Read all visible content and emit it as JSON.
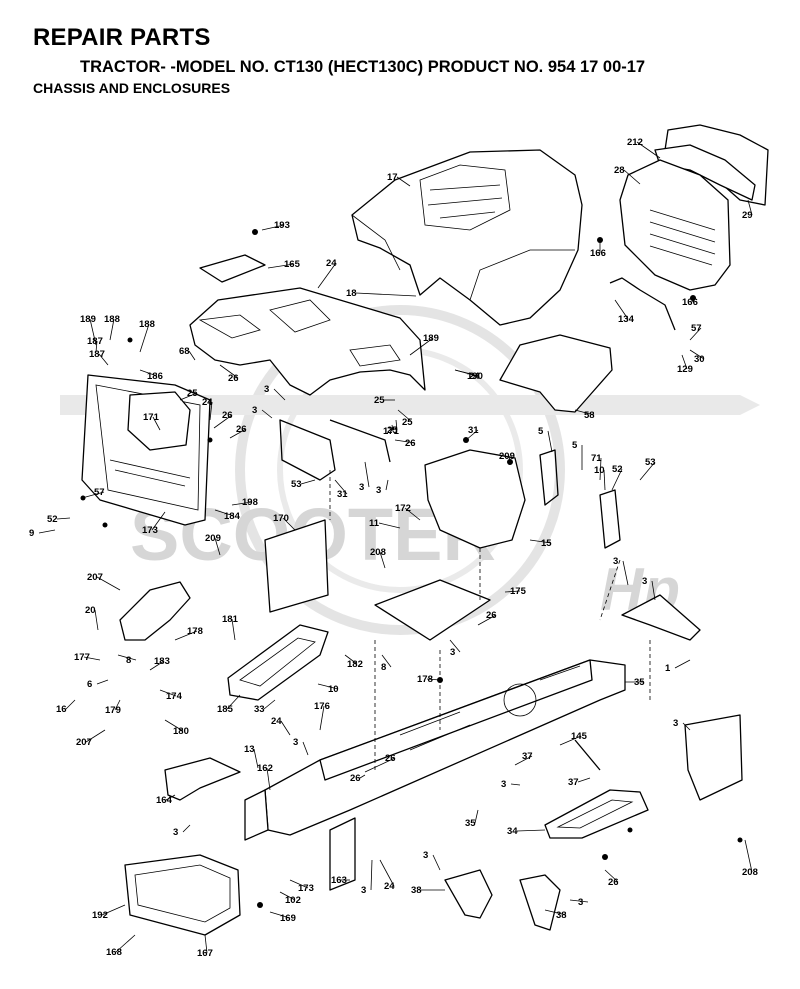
{
  "header": {
    "title": "REPAIR PARTS",
    "model_line": "TRACTOR- -MODEL NO. CT130 (HECT130C) PRODUCT NO. 954 17 00-17",
    "section": "CHASSIS AND ENCLOSURES"
  },
  "watermark": {
    "text": "SCOOTER",
    "script": "Hp"
  },
  "callouts": [
    "212",
    "17",
    "28",
    "29",
    "193",
    "165",
    "24",
    "166",
    "18",
    "134",
    "166",
    "57",
    "189",
    "188",
    "188",
    "187",
    "187",
    "186",
    "189",
    "30",
    "129",
    "68",
    "26",
    "25",
    "190",
    "24",
    "25",
    "171",
    "3",
    "25",
    "24",
    "26",
    "25",
    "58",
    "3",
    "26",
    "171",
    "26",
    "31",
    "5",
    "53",
    "31",
    "3",
    "3",
    "209",
    "5",
    "71",
    "52",
    "53",
    "57",
    "198",
    "184",
    "10",
    "52",
    "172",
    "9",
    "173",
    "170",
    "11",
    "15",
    "209",
    "208",
    "3",
    "207",
    "175",
    "3",
    "20",
    "178",
    "181",
    "26",
    "8",
    "8",
    "177",
    "183",
    "182",
    "3",
    "6",
    "179",
    "174",
    "178",
    "16",
    "185",
    "33",
    "10",
    "35",
    "1",
    "207",
    "180",
    "176",
    "24",
    "3",
    "13",
    "3",
    "145",
    "26",
    "162",
    "37",
    "26",
    "3",
    "37",
    "164",
    "35",
    "34",
    "3",
    "173",
    "163",
    "3",
    "24",
    "102",
    "3",
    "169",
    "38",
    "3",
    "26",
    "208",
    "192",
    "38",
    "168",
    "167"
  ]
}
